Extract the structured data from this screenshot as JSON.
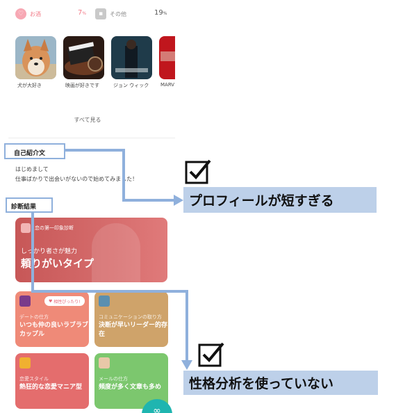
{
  "stats": {
    "hobby": {
      "label": "お酒",
      "pct": "7",
      "unit": "%"
    },
    "other": {
      "label": "その他",
      "pct": "19",
      "unit": "%"
    }
  },
  "interests": [
    {
      "label": "犬が大好き"
    },
    {
      "label": "映画が好きです"
    },
    {
      "label": "ジョン ウィック"
    },
    {
      "label": "MARV"
    }
  ],
  "see_all": "すべて見る",
  "intro": {
    "title": "自己紹介文",
    "lines": [
      "はじめまして",
      "仕事ばかりで出会いがないので始めてみました！"
    ]
  },
  "diagnosis": {
    "title": "診断結果",
    "main": {
      "category": "恋の第一印象診断",
      "subtitle": "しっかり者さが魅力",
      "title": "頼りがいタイプ"
    },
    "cards": [
      {
        "category": "デートの仕方",
        "title": "いつも仲の良いラブラブカップル",
        "badge": "相性ぴったり!"
      },
      {
        "category": "コミュニケーションの取り方",
        "title": "決断が早いリーダー的存在"
      },
      {
        "category": "恋愛スタイル",
        "title": "熱狂的な恋愛マニア型"
      },
      {
        "category": "メールの仕方",
        "title": "頻度が多く文章も多め"
      }
    ]
  },
  "annotations": {
    "callout1": "プロフィールが短すぎる",
    "callout2": "性格分析を使っていない"
  },
  "colors": {
    "accent": "#f27a87",
    "annotation_line": "#8fb0dc",
    "callout_bg": "#bdd0e9"
  }
}
